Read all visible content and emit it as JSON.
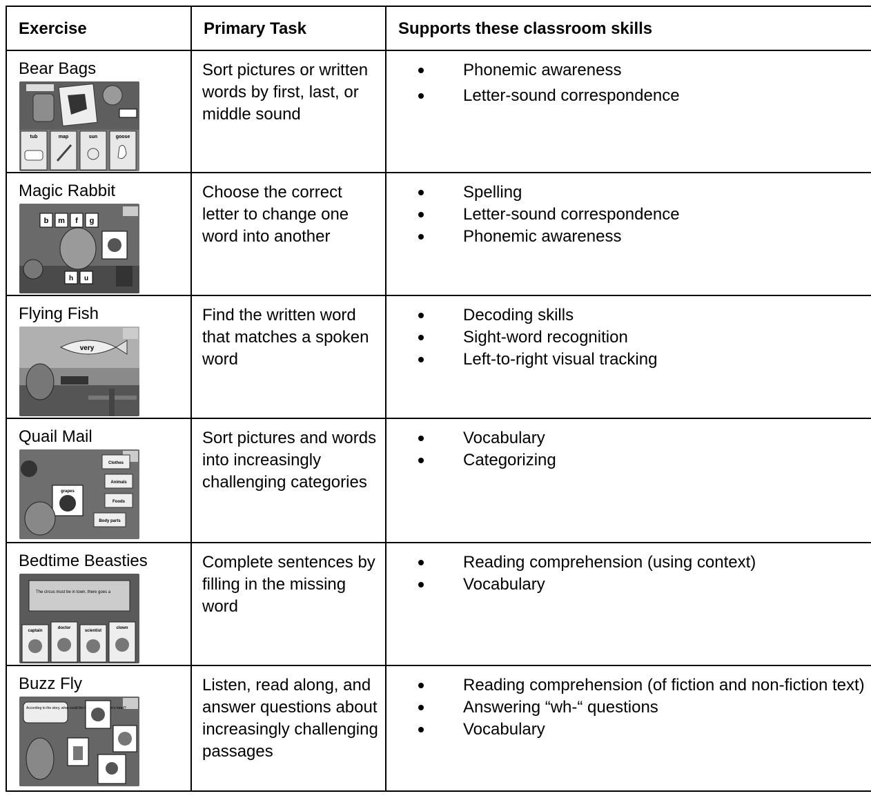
{
  "headers": {
    "exercise": "Exercise",
    "task": "Primary Task",
    "skills": "Supports these classroom skills"
  },
  "rows": [
    {
      "exercise": "Bear Bags",
      "task": "Sort pictures or written words by first, last, or middle sound",
      "skills": [
        "Phonemic awareness",
        "Letter-sound correspondence"
      ],
      "screenshot_icon": "bear-bags-game-screenshot",
      "screenshot_words": [
        "tub",
        "map",
        "sun",
        "goose"
      ]
    },
    {
      "exercise": "Magic Rabbit",
      "task": "Choose the correct letter to change one word into another",
      "skills": [
        "Spelling",
        "Letter-sound correspondence",
        "Phonemic awareness"
      ],
      "screenshot_icon": "magic-rabbit-game-screenshot",
      "screenshot_words": [
        "b",
        "m",
        "f",
        "g",
        "h",
        "u"
      ]
    },
    {
      "exercise": "Flying Fish",
      "task": "Find the written word that matches a spoken word",
      "skills": [
        "Decoding skills",
        "Sight-word recognition",
        "Left-to-right visual tracking"
      ],
      "screenshot_icon": "flying-fish-game-screenshot",
      "screenshot_words": [
        "very"
      ]
    },
    {
      "exercise": "Quail Mail",
      "task": "Sort pictures and words into increasingly challenging categories",
      "skills": [
        "Vocabulary",
        "Categorizing"
      ],
      "screenshot_icon": "quail-mail-game-screenshot",
      "screenshot_words": [
        "Clothes",
        "Animals",
        "Foods",
        "Body parts",
        "grapes"
      ]
    },
    {
      "exercise": "Bedtime Beasties",
      "task": "Complete sentences by filling in the missing word",
      "skills": [
        "Reading comprehension (using context)",
        "Vocabulary"
      ],
      "screenshot_icon": "bedtime-beasties-game-screenshot",
      "screenshot_words": [
        "The circus must be in town, there goes a",
        "captain",
        "doctor",
        "scientist",
        "clown"
      ]
    },
    {
      "exercise": "Buzz Fly",
      "task": "Listen, read along, and answer questions about increasingly challenging passages",
      "skills": [
        "Reading comprehension (of fiction and non-fiction text)",
        "Answering “wh-“ questions",
        "Vocabulary"
      ],
      "screenshot_icon": "buzz-fly-game-screenshot",
      "screenshot_words": [
        "According to the story, what could the bird put on Gordon's head?"
      ]
    }
  ]
}
